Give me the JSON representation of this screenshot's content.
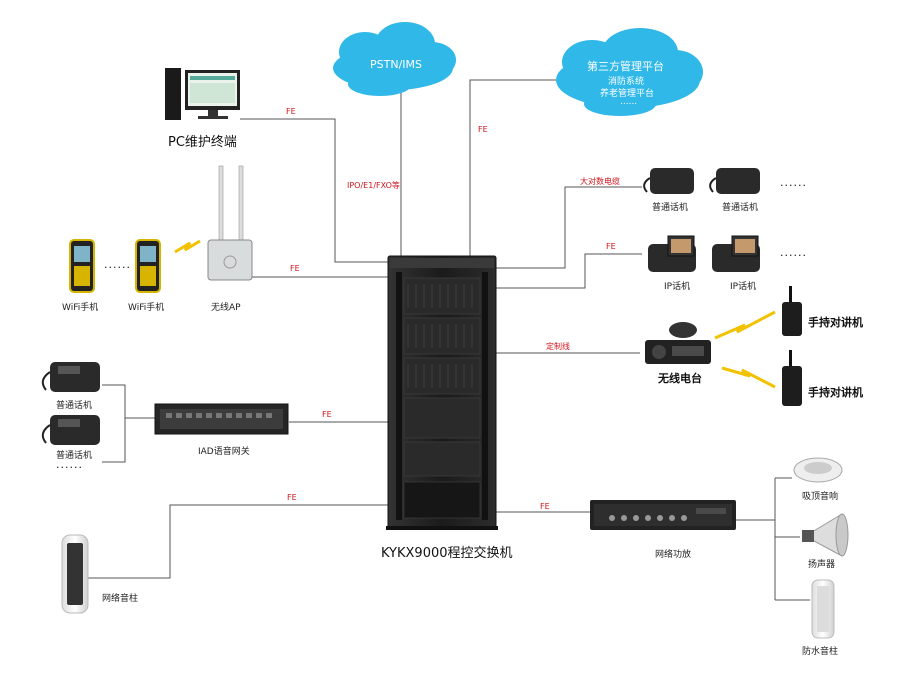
{
  "clouds": {
    "pstn": "PSTN/IMS",
    "third_party_title": "第三方管理平台",
    "third_party_items": [
      "消防系统",
      "养老管理平台",
      "......"
    ]
  },
  "center": {
    "label": "KYKX9000程控交换机"
  },
  "devices": {
    "pc": "PC维护终端",
    "wifi_phone_1": "WiFi手机",
    "wifi_phone_2": "WiFi手机",
    "wireless_ap": "无线AP",
    "phone_left_1": "普通话机",
    "phone_left_2": "普通话机",
    "iad": "IAD语音网关",
    "column_speaker_left": "网络音柱",
    "phone_right_1": "普通话机",
    "phone_right_2": "普通话机",
    "ip_phone_1": "IP话机",
    "ip_phone_2": "IP话机",
    "radio_base": "无线电台",
    "handheld_1": "手持对讲机",
    "handheld_2": "手持对讲机",
    "amplifier": "网络功放",
    "ceiling_speaker": "吸顶音响",
    "horn": "扬声器",
    "waterproof_column": "防水音柱"
  },
  "links": {
    "pc_fe": "FE",
    "ipo": "IPO/E1/FXO等",
    "third_fe": "FE",
    "big_cable": "大对数电缆",
    "ip_fe": "FE",
    "ap_fe": "FE",
    "dedicated": "定制线",
    "iad_fe": "FE",
    "column_fe": "FE",
    "amp_fe": "FE"
  },
  "ellipsis": {
    "wifi": "......",
    "phones_top": "......",
    "ip_phones": "......",
    "phones_left": "......"
  },
  "colors": {
    "cloud": "#2fb8e8",
    "line": "#444444",
    "link_label": "#d0141b",
    "cabinet": "#1e1e1e"
  }
}
